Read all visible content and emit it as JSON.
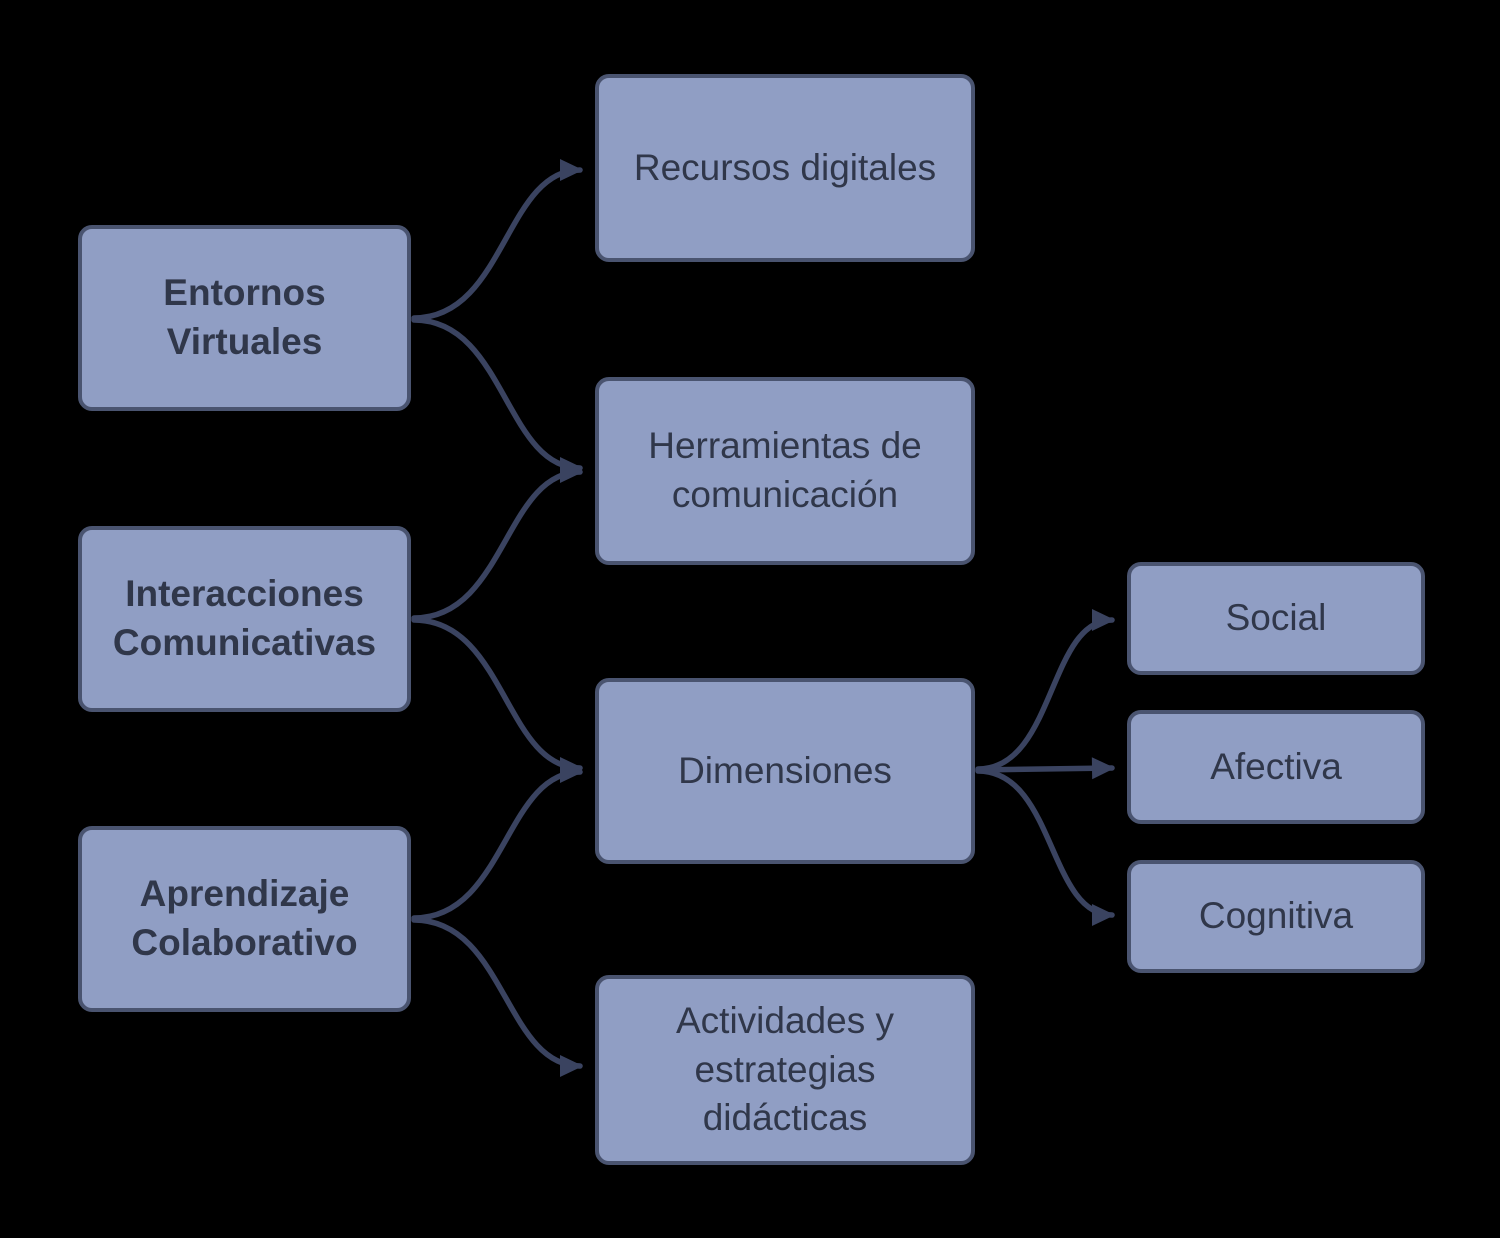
{
  "diagram": {
    "type": "concept-map",
    "colors": {
      "background": "#000000",
      "node_fill": "#909ec4",
      "node_border": "#4a5470",
      "text_color": "#30374a",
      "arrow_color": "#3a4360"
    },
    "nodes": {
      "entornos_virtuales": {
        "label": "Entornos Virtuales",
        "emphasis": "bold"
      },
      "interacciones_comunicativas": {
        "label": "Interacciones Comunicativas",
        "emphasis": "bold"
      },
      "aprendizaje_colaborativo": {
        "label": "Aprendizaje Colaborativo",
        "emphasis": "bold"
      },
      "recursos_digitales": {
        "label": "Recursos digitales",
        "emphasis": "regular"
      },
      "herramientas_comunicacion": {
        "label": "Herramientas de comunicación",
        "emphasis": "regular"
      },
      "dimensiones": {
        "label": "Dimensiones",
        "emphasis": "regular"
      },
      "actividades_estrategias": {
        "label": "Actividades y estrategias didácticas",
        "emphasis": "regular"
      },
      "social": {
        "label": "Social",
        "emphasis": "regular"
      },
      "afectiva": {
        "label": "Afectiva",
        "emphasis": "regular"
      },
      "cognitiva": {
        "label": "Cognitiva",
        "emphasis": "regular"
      }
    },
    "edges": [
      {
        "from": "entornos_virtuales",
        "to": "recursos_digitales"
      },
      {
        "from": "entornos_virtuales",
        "to": "herramientas_comunicacion"
      },
      {
        "from": "interacciones_comunicativas",
        "to": "herramientas_comunicacion"
      },
      {
        "from": "interacciones_comunicativas",
        "to": "dimensiones"
      },
      {
        "from": "aprendizaje_colaborativo",
        "to": "dimensiones"
      },
      {
        "from": "aprendizaje_colaborativo",
        "to": "actividades_estrategias"
      },
      {
        "from": "dimensiones",
        "to": "social"
      },
      {
        "from": "dimensiones",
        "to": "afectiva"
      },
      {
        "from": "dimensiones",
        "to": "cognitiva"
      }
    ]
  }
}
